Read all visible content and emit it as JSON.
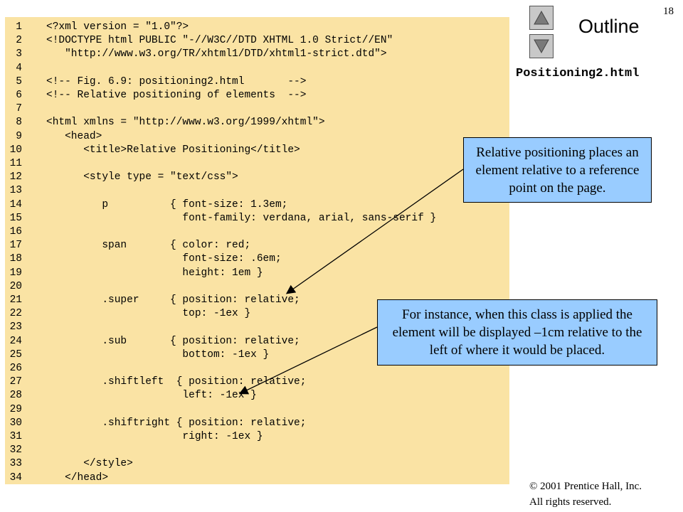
{
  "header": {
    "page_number": "18",
    "outline_label": "Outline",
    "file_title": "Positioning2.html"
  },
  "nav": {
    "up_icon": "triangle-up-icon",
    "down_icon": "triangle-down-icon"
  },
  "code": {
    "lines": [
      {
        "n": "1",
        "text": "<?xml version = \"1.0\"?>"
      },
      {
        "n": "2",
        "text": "<!DOCTYPE html PUBLIC \"-//W3C//DTD XHTML 1.0 Strict//EN\""
      },
      {
        "n": "3",
        "text": "   \"http://www.w3.org/TR/xhtml1/DTD/xhtml1-strict.dtd\">"
      },
      {
        "n": "4",
        "text": ""
      },
      {
        "n": "5",
        "text": "<!-- Fig. 6.9: positioning2.html       -->"
      },
      {
        "n": "6",
        "text": "<!-- Relative positioning of elements  -->"
      },
      {
        "n": "7",
        "text": ""
      },
      {
        "n": "8",
        "text": "<html xmlns = \"http://www.w3.org/1999/xhtml\">"
      },
      {
        "n": "9",
        "text": "   <head>"
      },
      {
        "n": "10",
        "text": "      <title>Relative Positioning</title>"
      },
      {
        "n": "11",
        "text": ""
      },
      {
        "n": "12",
        "text": "      <style type = \"text/css\">"
      },
      {
        "n": "13",
        "text": ""
      },
      {
        "n": "14",
        "text": "         p          { font-size: 1.3em;"
      },
      {
        "n": "15",
        "text": "                      font-family: verdana, arial, sans-serif }"
      },
      {
        "n": "16",
        "text": ""
      },
      {
        "n": "17",
        "text": "         span       { color: red;"
      },
      {
        "n": "18",
        "text": "                      font-size: .6em;"
      },
      {
        "n": "19",
        "text": "                      height: 1em }"
      },
      {
        "n": "20",
        "text": ""
      },
      {
        "n": "21",
        "text": "         .super     { position: relative;"
      },
      {
        "n": "22",
        "text": "                      top: -1ex }"
      },
      {
        "n": "23",
        "text": ""
      },
      {
        "n": "24",
        "text": "         .sub       { position: relative;"
      },
      {
        "n": "25",
        "text": "                      bottom: -1ex }"
      },
      {
        "n": "26",
        "text": ""
      },
      {
        "n": "27",
        "text": "         .shiftleft  { position: relative;"
      },
      {
        "n": "28",
        "text": "                      left: -1ex }"
      },
      {
        "n": "29",
        "text": ""
      },
      {
        "n": "30",
        "text": "         .shiftright { position: relative;"
      },
      {
        "n": "31",
        "text": "                      right: -1ex }"
      },
      {
        "n": "32",
        "text": ""
      },
      {
        "n": "33",
        "text": "      </style>"
      },
      {
        "n": "34",
        "text": "   </head>"
      }
    ]
  },
  "callouts": {
    "first": "Relative positioning places an element relative to a reference point on the page.",
    "second": "For instance, when this class is applied the element will be displayed –1cm relative to the left of where it would be placed."
  },
  "footer": {
    "copyright_line1": "© 2001 Prentice Hall, Inc.",
    "copyright_line2": "All rights reserved."
  },
  "colors": {
    "code_background": "#fae3a4",
    "callout_background": "#99ccff",
    "string_color": "#1a5fcf"
  }
}
